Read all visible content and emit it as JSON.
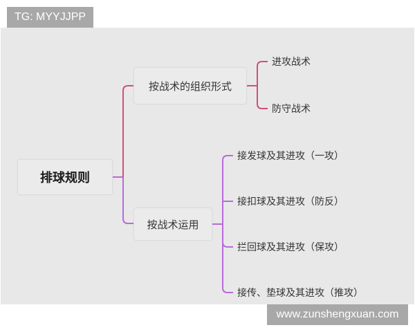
{
  "watermarks": {
    "top": "TG: MYYJJPP",
    "bottom": "www.zunshengxuan.com"
  },
  "colors": {
    "panel_bg": "#e8e8e8",
    "watermark_bg": "#a8a8a8",
    "branch_upper": "#d0507a",
    "branch_lower": "#b86ad8"
  },
  "mindmap": {
    "root": "排球规则",
    "branches": [
      {
        "label": "按战术的组织形式",
        "children": [
          "进攻战术",
          "防守战术"
        ]
      },
      {
        "label": "按战术运用",
        "children": [
          "接发球及其进攻（一攻）",
          "接扣球及其进攻（防反）",
          "拦回球及其进攻（保攻）",
          "接传、垫球及其进攻（推攻）"
        ]
      }
    ]
  }
}
